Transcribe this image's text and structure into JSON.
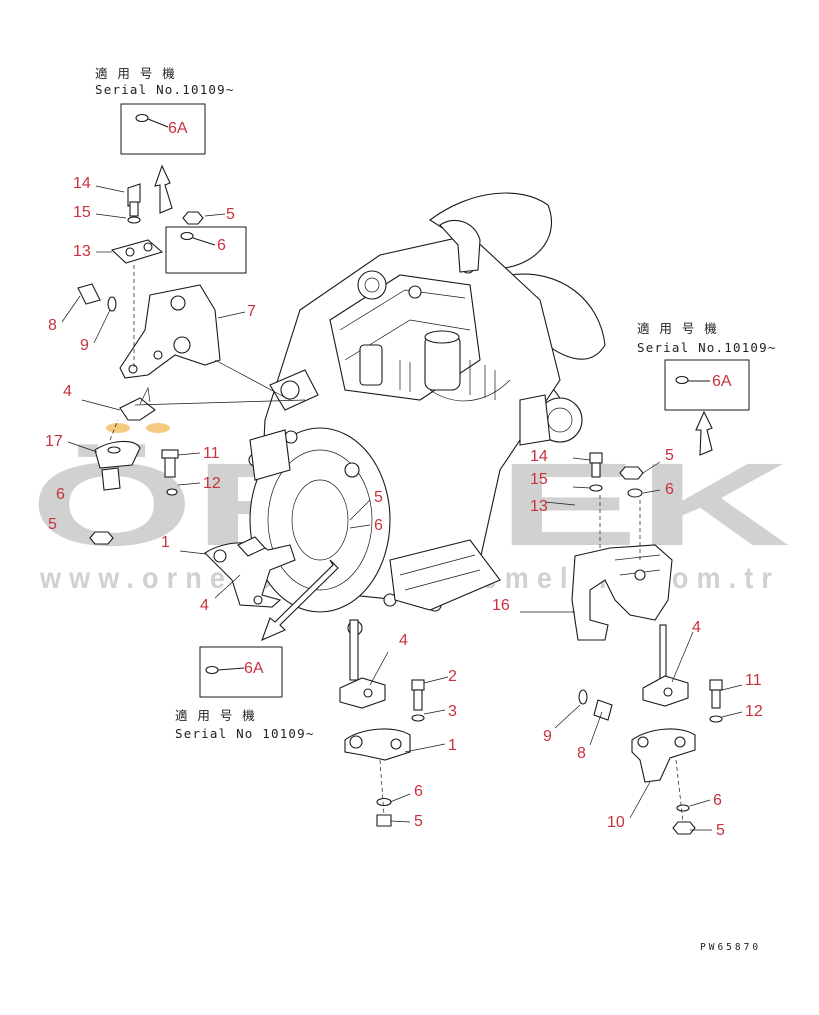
{
  "serial_labels": {
    "top_left": {
      "line1": "適 用 号 機",
      "line2": "Serial No.10109~"
    },
    "right": {
      "line1": "適 用 号 機",
      "line2": "Serial No.10109~"
    },
    "bottom": {
      "line1": "適 用 号 機",
      "line2": "Serial No 10109~"
    }
  },
  "detail_boxes": {
    "box_top_left": "6A",
    "box_right": "6A",
    "box_bottom": "6A",
    "box_small": "6"
  },
  "callouts": {
    "c14_top": "14",
    "c15_top": "15",
    "c5_top": "5",
    "c13_top": "13",
    "c6_top": "6",
    "c8_left": "8",
    "c9_left": "9",
    "c7": "7",
    "c4_left": "4",
    "c17": "17",
    "c6_left": "6",
    "c5_left": "5",
    "c11_left": "11",
    "c12_left": "12",
    "c1_left": "1",
    "c4_lower": "4",
    "c5_mid": "5",
    "c6_mid": "6",
    "c14_right": "14",
    "c15_right": "15",
    "c13_right": "13",
    "c5_right": "5",
    "c6_right": "6",
    "c16": "16",
    "c4_center": "4",
    "c2": "2",
    "c3": "3",
    "c1_center": "1",
    "c6_center": "6",
    "c5_center": "5",
    "c4_right": "4",
    "c11_right": "11",
    "c12_right": "12",
    "c9_right": "9",
    "c8_right": "8",
    "c10": "10",
    "c6_bottom_right": "6",
    "c5_bottom_right": "5"
  },
  "watermark": {
    "brand": "ÖRNEK",
    "url": "www.orneksanayimalzemeleri.com.tr"
  },
  "drawing_code": "PW65870",
  "colors": {
    "callout": "#c8323c",
    "line": "#1a1a1a",
    "watermark": "#c9c9c9"
  }
}
